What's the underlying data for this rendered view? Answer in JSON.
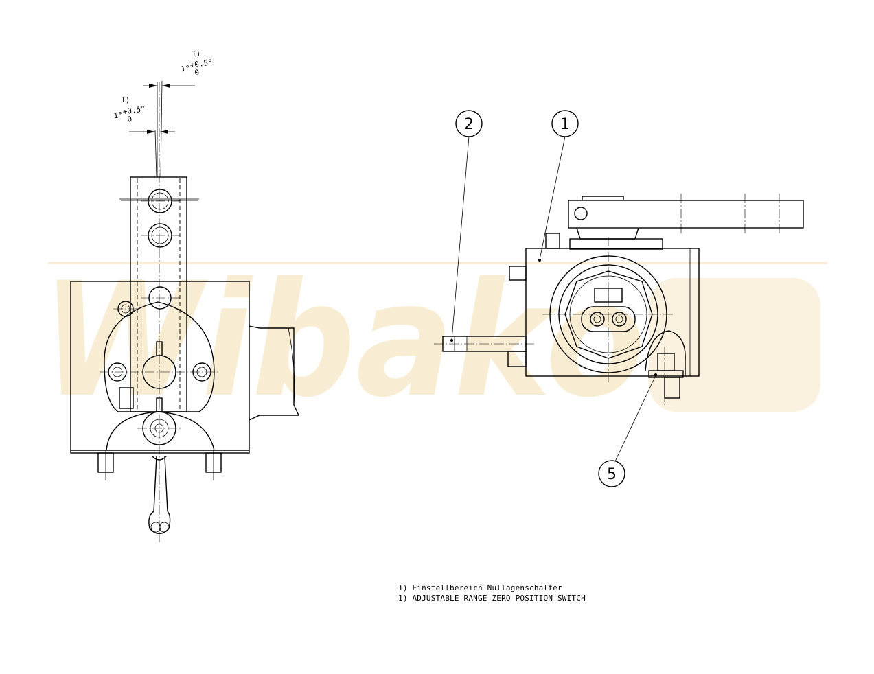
{
  "watermark": {
    "text": "Wibako",
    "color": "#f6e7c4"
  },
  "dimensions": {
    "upper": {
      "ref": "1)",
      "value": "1°",
      "tol_upper": "+0.5°",
      "tol_lower": "0"
    },
    "lower": {
      "ref": "1)",
      "value": "1°",
      "tol_upper": "+0.5°",
      "tol_lower": "0"
    }
  },
  "balloons": [
    {
      "id": "balloon-2",
      "label": "2"
    },
    {
      "id": "balloon-1",
      "label": "1"
    },
    {
      "id": "balloon-5",
      "label": "5"
    }
  ],
  "notes": [
    "1) Einstellbereich Nullagenschalter",
    "1) ADJUSTABLE RANGE ZERO POSITION SWITCH"
  ]
}
